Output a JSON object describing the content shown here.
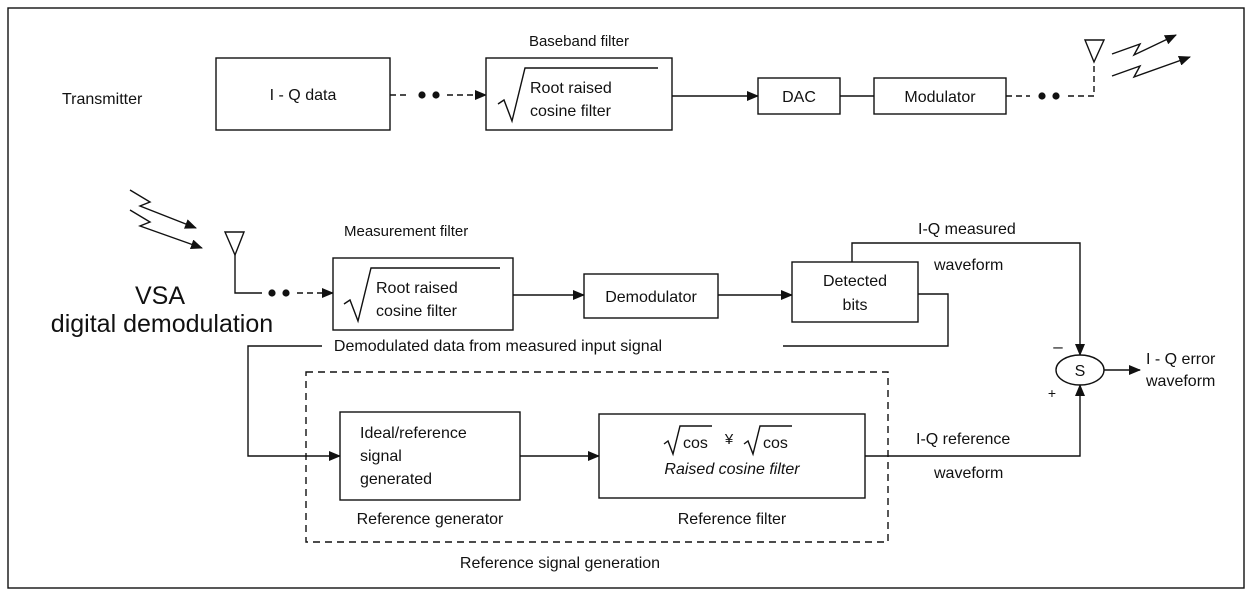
{
  "transmitter": {
    "label": "Transmitter",
    "iq_data": "I - Q data",
    "baseband_filter_title": "Baseband filter",
    "rrc_line1": "Root raised",
    "rrc_line2": "cosine filter",
    "dac": "DAC",
    "modulator": "Modulator"
  },
  "vsa": {
    "label_line1": "VSA",
    "label_line2": "digital demodulation",
    "measurement_filter_title": "Measurement filter",
    "rrc_line1": "Root raised",
    "rrc_line2": "cosine filter",
    "demodulator": "Demodulator",
    "detected_line1": "Detected",
    "detected_line2": "bits",
    "iq_measured_line1": "I-Q measured",
    "iq_measured_line2": "waveform",
    "demod_data": "Demodulated data from measured input signal"
  },
  "summer": {
    "symbol": "S",
    "minus": "–",
    "plus": "+",
    "out_line1": "I - Q error",
    "out_line2": "waveform"
  },
  "reference": {
    "ideal_line1": "Ideal/reference",
    "ideal_line2": "signal",
    "ideal_line3": "generated",
    "generator_caption": "Reference generator",
    "cos_a": "cos",
    "yen": "¥",
    "cos_b": "cos",
    "raised_cosine": "Raised cosine filter",
    "filter_caption": "Reference filter",
    "iq_ref_line1": "I-Q reference",
    "iq_ref_line2": "waveform",
    "group_caption": "Reference  signal generation"
  }
}
